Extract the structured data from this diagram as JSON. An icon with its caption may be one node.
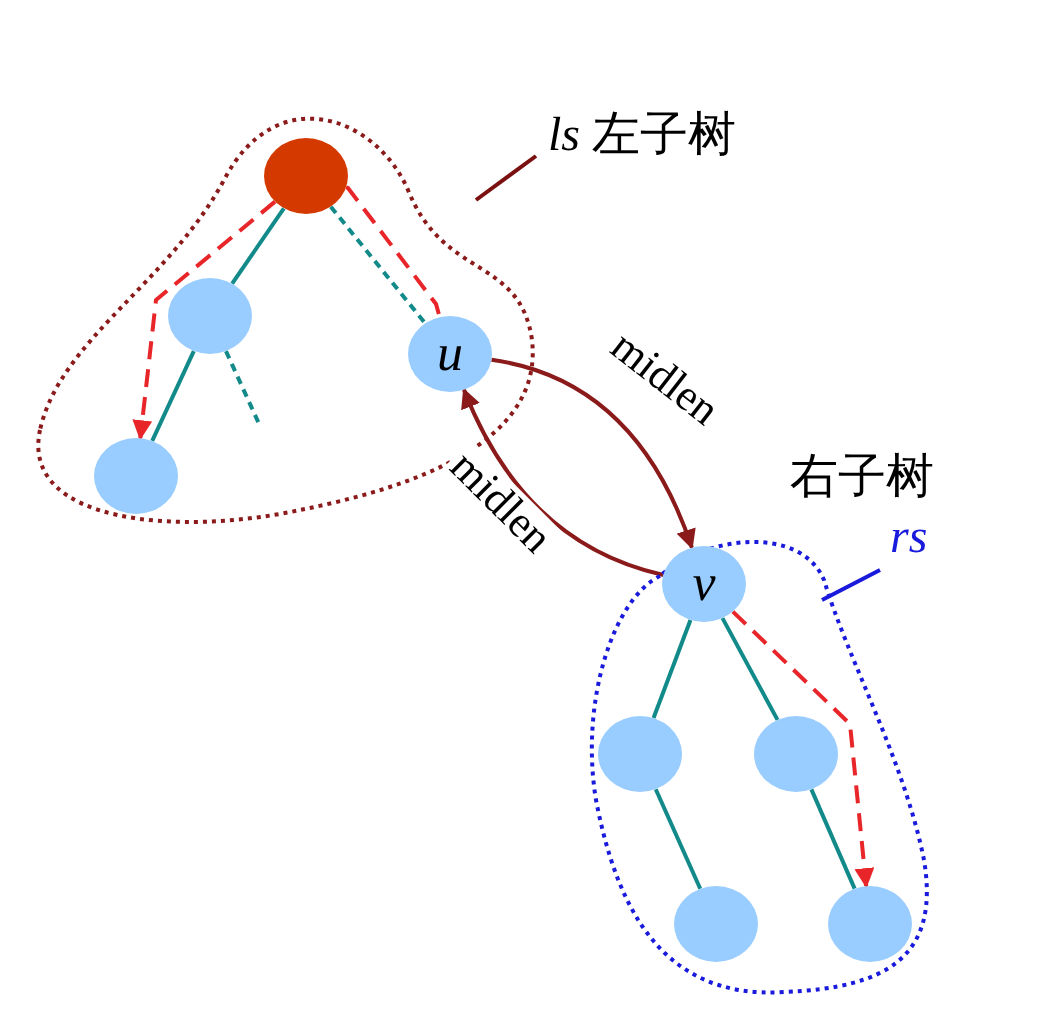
{
  "diagram": {
    "nodes": [
      {
        "text": [],
        "shape": "cloud"
      },
      {
        "text": [],
        "shape": "circle",
        "in": 0
      },
      {
        "text": [],
        "shape": "circle",
        "in": 0
      },
      {
        "text": [
          "u"
        ],
        "in": 0
      },
      {
        "text": [],
        "shape": "circle",
        "in": 0
      },
      {
        "text": [],
        "shape": "cloud"
      },
      {
        "text": [
          "v"
        ],
        "in": 5
      },
      {
        "text": [],
        "shape": "circle",
        "in": 5
      },
      {
        "text": [],
        "shape": "circle",
        "in": 5
      },
      {
        "text": [],
        "shape": "circle",
        "in": 5
      },
      {
        "text": [],
        "shape": "circle",
        "in": 5
      },
      {
        "text": [
          "*ls* 左子树"
        ]
      },
      {
        "text": [
          "rs"
        ]
      }
    ],
    "edges": [
      {
        "from": 1,
        "to": 2,
        "arrow": "none"
      },
      {
        "from": 1,
        "to": 3,
        "arrow": "none",
        "style": "dashed"
      },
      {
        "from": 2,
        "to": 4,
        "arrow": "none"
      },
      {
        "from": 2,
        "to": null,
        "arrow": "none",
        "style": "dashed"
      },
      {
        "from": 6,
        "to": 7,
        "arrow": "none"
      },
      {
        "from": 6,
        "to": 8,
        "arrow": "none"
      },
      {
        "from": 7,
        "to": 9,
        "arrow": "none"
      },
      {
        "from": 8,
        "to": 10,
        "arrow": "none"
      },
      {
        "from": 1,
        "to": 4,
        "arrow": "to",
        "style": "dashed",
        "color": "#e8262a"
      },
      {
        "from": 1,
        "to": 3,
        "arrow": "none",
        "style": "dashed",
        "color": "#e8262a"
      },
      {
        "from": 6,
        "to": 10,
        "arrow": "to",
        "style": "dashed",
        "color": "#e8262a"
      },
      {
        "from": 3,
        "to": 6,
        "arrow": "to",
        "label": "midlen",
        "color": "#8b1a1a"
      },
      {
        "from": 6,
        "to": 3,
        "arrow": "to",
        "label": "midlen",
        "color": "#8b1a1a"
      },
      {
        "from": 11,
        "to": 0,
        "arrow": "none",
        "color": "#7b1010"
      },
      {
        "from": 12,
        "to": 5,
        "arrow": "none",
        "color": "#1a1adc"
      }
    ],
    "labels": [
      "右子树"
    ]
  }
}
